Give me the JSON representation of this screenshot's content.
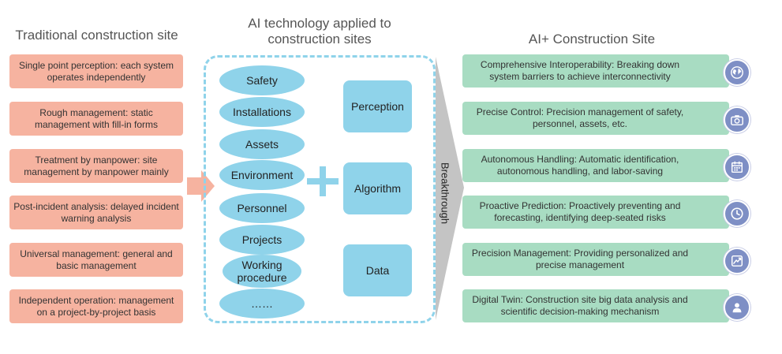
{
  "headings": {
    "left": "Traditional construction site",
    "center": "AI technology applied to construction sites",
    "right": "AI+ Construction Site"
  },
  "traditional": [
    "Single point perception: each system operates independently",
    "Rough management: static management with fill-in forms",
    "Treatment by manpower: site management by manpower mainly",
    "Post-incident analysis: delayed incident warning analysis",
    "Universal management: general and basic management",
    "Independent operation: management on a project-by-project basis"
  ],
  "elements": [
    "Safety",
    "Installations",
    "Assets",
    "Environment",
    "Personnel",
    "Projects",
    "Working procedure",
    "……"
  ],
  "plus_sign": "+",
  "capabilities": [
    "Perception",
    "Algorithm",
    "Data"
  ],
  "breakthrough": "Breakthrough",
  "ai_site": [
    {
      "text": "Comprehensive Interoperability: Breaking down system barriers to achieve interconnectivity",
      "icon": "globe-icon"
    },
    {
      "text": "Precise Control: Precision management of safety, personnel, assets, etc.",
      "icon": "camera-icon"
    },
    {
      "text": "Autonomous Handling: Automatic identification, autonomous handling, and labor-saving",
      "icon": "calendar-icon"
    },
    {
      "text": "Proactive Prediction: Proactively preventing and forecasting, identifying deep-seated risks",
      "icon": "clock-icon"
    },
    {
      "text": "Precision Management: Providing personalized and precise management",
      "icon": "trend-chart-icon"
    },
    {
      "text": "Digital Twin: Construction site big data analysis and scientific decision-making mechanism",
      "icon": "person-icon"
    }
  ],
  "colors": {
    "traditional_box": "#f6b3a0",
    "arrow": "#f6b3a0",
    "ai_shape": "#8fd3ea",
    "ai_site_box": "#a8dcc2",
    "icon_circle": "#7e8fc5",
    "breakthrough_arrow": "#c4c4c4"
  }
}
